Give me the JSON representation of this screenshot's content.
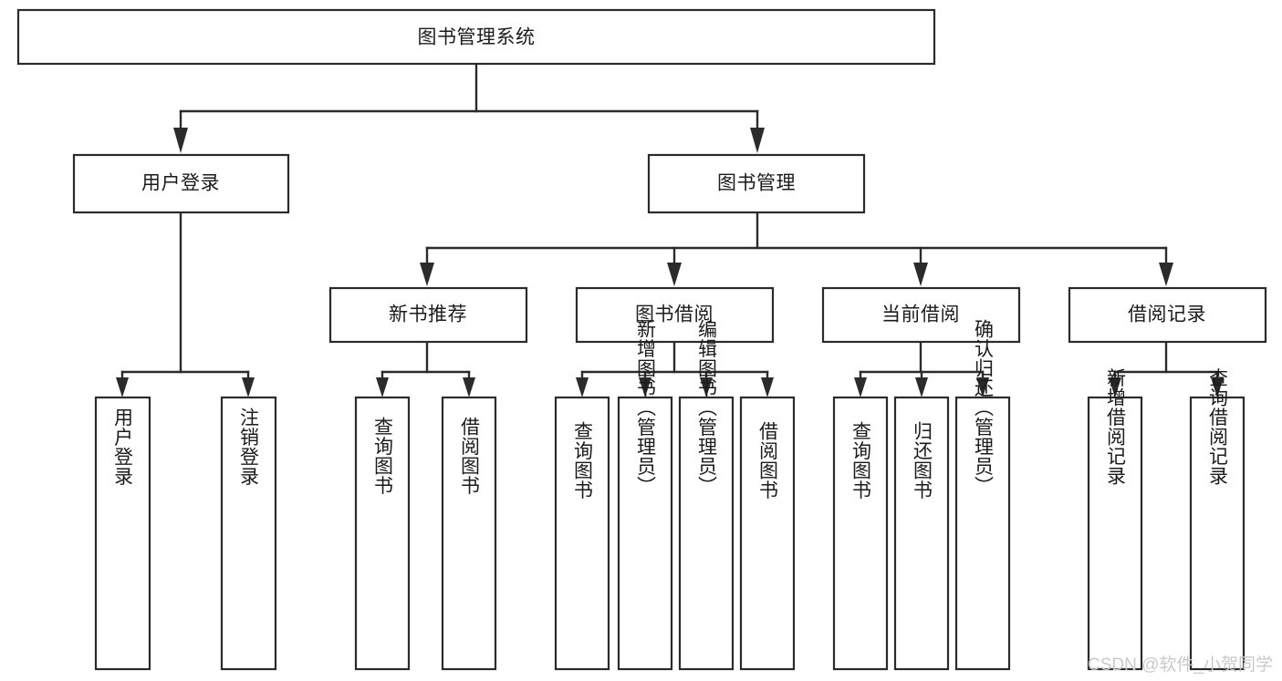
{
  "diagram": {
    "type": "tree",
    "title": "图书管理系统",
    "colors": {
      "stroke": "#2b2b2b",
      "box_fill": "#ffffff",
      "text": "#1b1b1b",
      "background": "#ffffff",
      "watermark": "#c9c9c9"
    },
    "levels": {
      "root": {
        "label": "图书管理系统"
      },
      "level2": [
        {
          "label": "用户登录"
        },
        {
          "label": "图书管理"
        }
      ],
      "level3": [
        {
          "label": "新书推荐"
        },
        {
          "label": "图书借阅"
        },
        {
          "label": "当前借阅"
        },
        {
          "label": "借阅记录"
        }
      ],
      "leaves": {
        "user_login": [
          {
            "label": "用户登录"
          },
          {
            "label": "注销登录"
          }
        ],
        "new_book_recommend": [
          {
            "label": "查询图书"
          },
          {
            "label": "借阅图书"
          }
        ],
        "book_borrow": [
          {
            "label": "查询图书"
          },
          {
            "label": "新增图书（管理员）"
          },
          {
            "label": "编辑图书（管理员）"
          },
          {
            "label": "借阅图书"
          }
        ],
        "current_borrow": [
          {
            "label": "查询图书"
          },
          {
            "label": "归还图书"
          },
          {
            "label": "确认归还（管理员）"
          }
        ],
        "borrow_record": [
          {
            "label": "新增借阅记录"
          },
          {
            "label": "查询借阅记录"
          }
        ]
      }
    }
  },
  "watermark": {
    "text": "CSDN @软件_小贺同学"
  }
}
